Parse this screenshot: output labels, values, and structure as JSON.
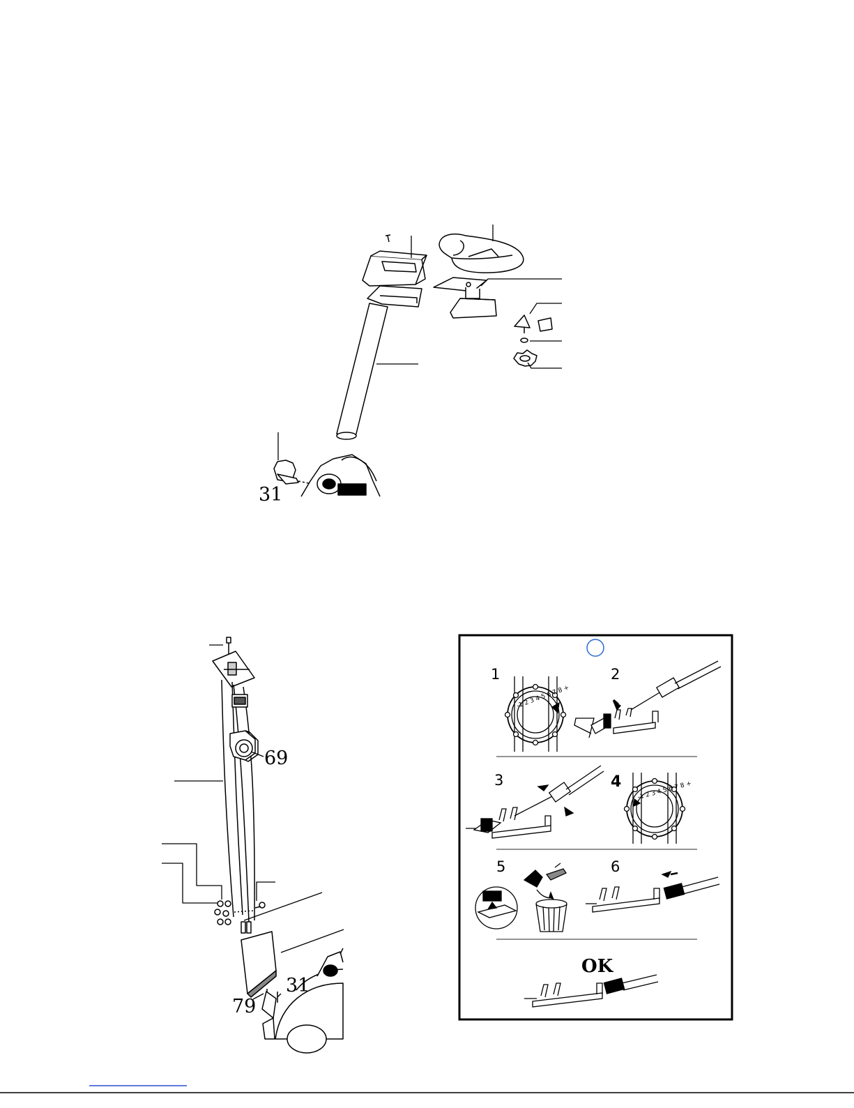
{
  "seat_diagram": {
    "labels": {
      "knob_part": "31"
    }
  },
  "handlebar_diagram": {
    "labels": {
      "knob_part": "69",
      "cover_part": "79",
      "bolt_part": "31"
    }
  },
  "instruction_panel": {
    "steps": [
      "1",
      "2",
      "3",
      "4",
      "5",
      "6"
    ],
    "dial_text": "-1 2 3 4 5 6 7 8 +",
    "final_label": "OK"
  }
}
